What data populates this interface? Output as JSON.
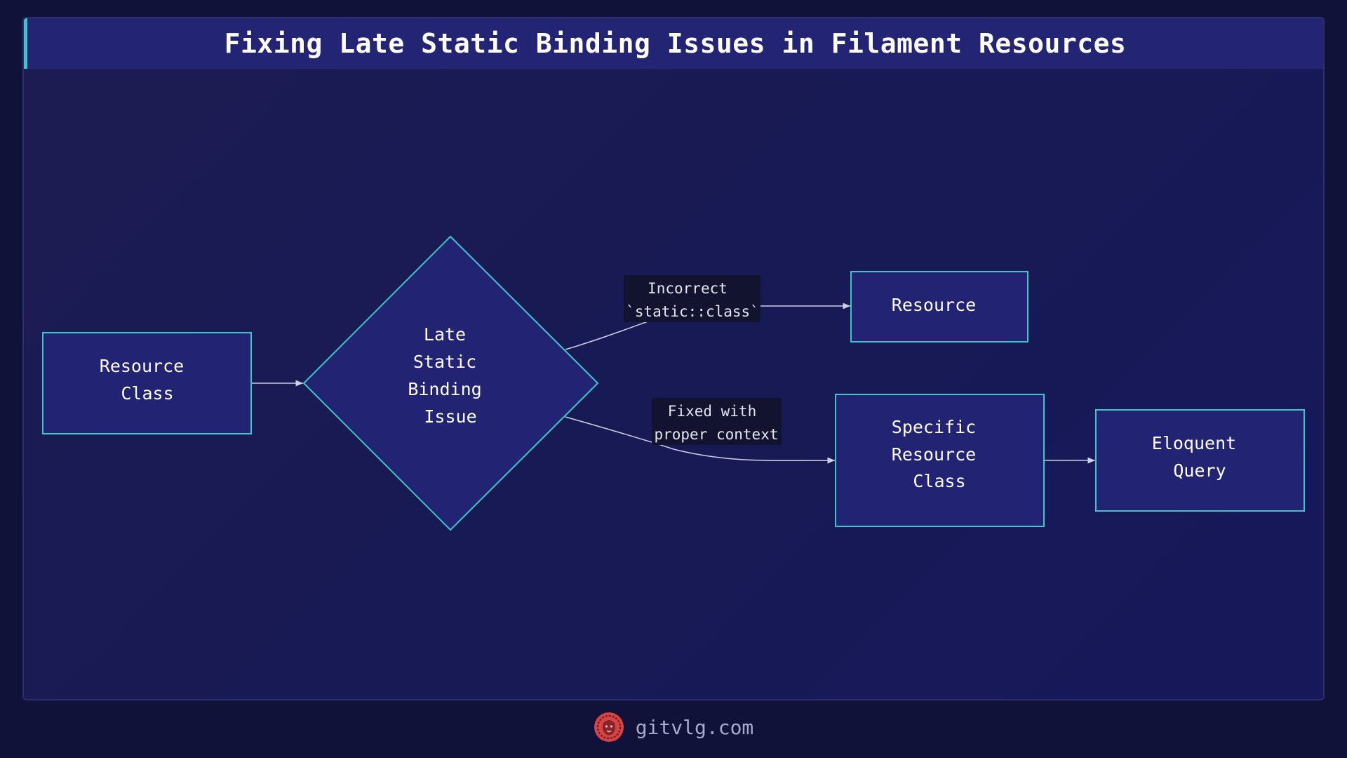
{
  "title": "Fixing Late Static Binding Issues in Filament Resources",
  "nodes": {
    "resource_class": [
      "Resource",
      "Class"
    ],
    "lsb_issue": [
      "Late",
      "Static",
      "Binding",
      "Issue"
    ],
    "resource": [
      "Resource"
    ],
    "specific_resource_class": [
      "Specific",
      "Resource",
      "Class"
    ],
    "eloquent_query": [
      "Eloquent",
      "Query"
    ]
  },
  "edges": {
    "incorrect": [
      "Incorrect",
      "`static::class`"
    ],
    "fixed": [
      "Fixed with",
      "proper context"
    ]
  },
  "footer": {
    "site": "gitvlg.com",
    "logo_icon": "lion-logo-icon"
  },
  "colors": {
    "background": "#10123a",
    "panel": "#1c1c54",
    "title_bar": "#232574",
    "node_fill": "#232373",
    "node_stroke": "#3dc6c9",
    "edge": "#cfd0e0",
    "edge_label_bg": "#11132f",
    "logo": "#d64545"
  }
}
